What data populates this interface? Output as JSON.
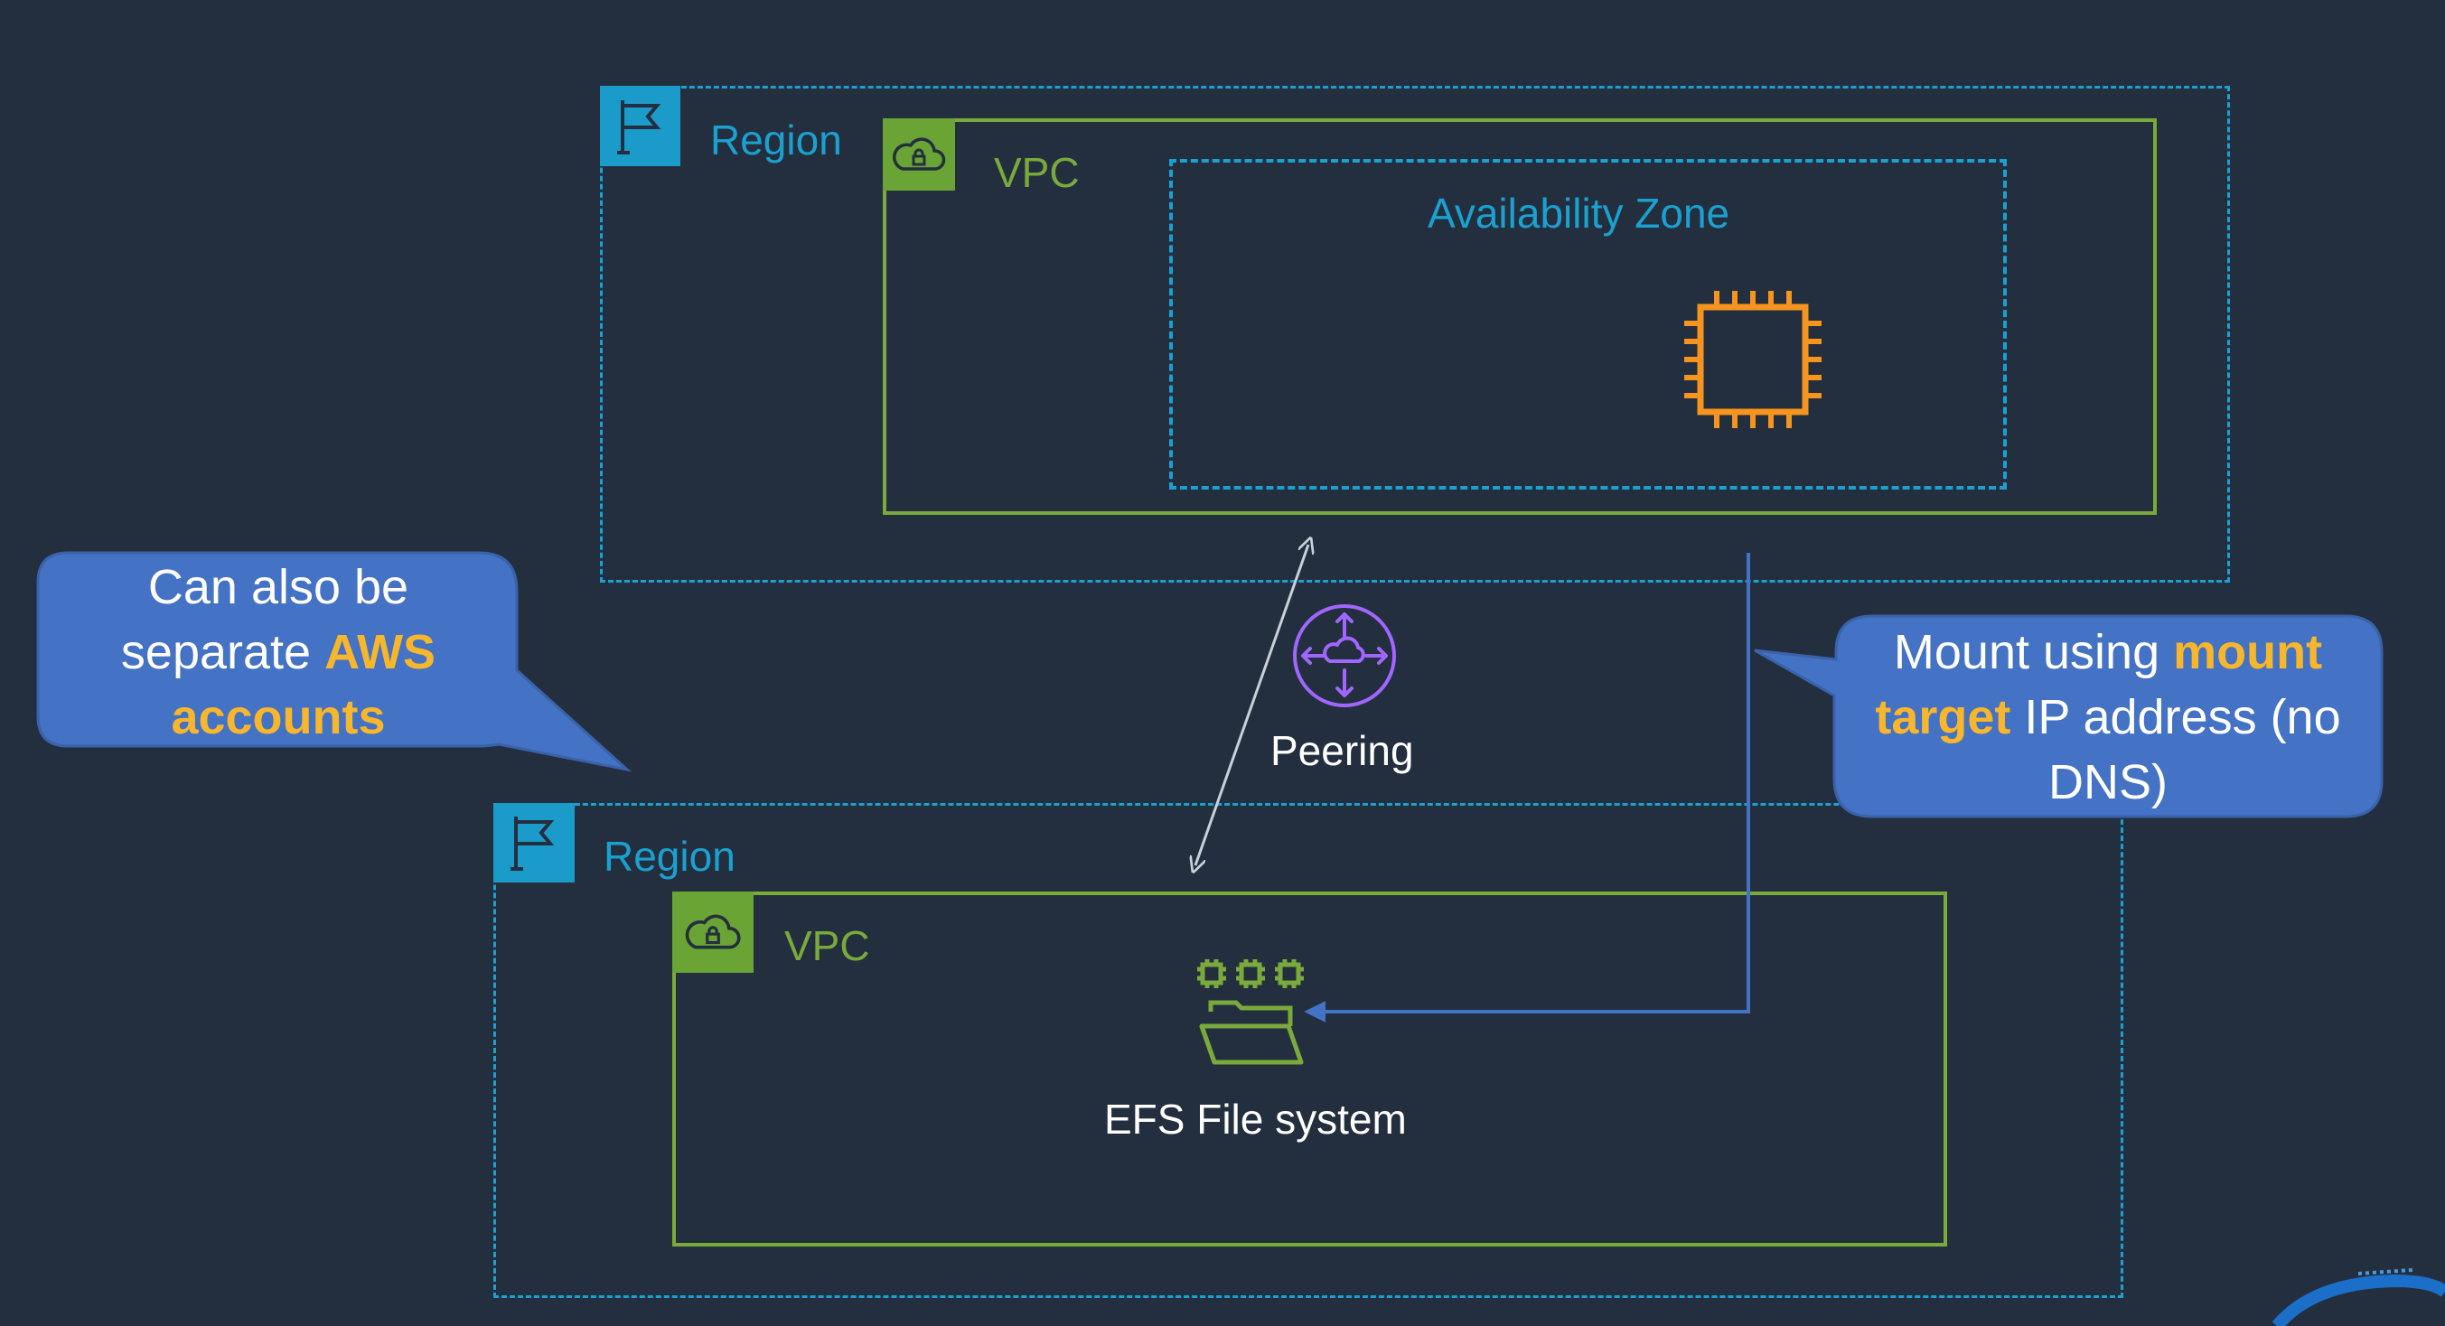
{
  "colors": {
    "background": "#232f3e",
    "region": "#1aa1d1",
    "vpc": "#7aa93c",
    "ec2": "#f7941d",
    "peering": "#a166ff",
    "callout": "#4472c4",
    "highlight": "#f7b62b",
    "arrow": "#4472c4"
  },
  "top_region": {
    "label": "Region",
    "icon": "flag-icon"
  },
  "top_vpc": {
    "label": "VPC",
    "icon": "cloud-lock-icon"
  },
  "availability_zone": {
    "label": "Availability Zone"
  },
  "ec2_instance": {
    "icon": "ec2-chip-icon"
  },
  "peering": {
    "label": "Peering",
    "icon": "vpc-peering-icon"
  },
  "bottom_region": {
    "label": "Region",
    "icon": "flag-icon"
  },
  "bottom_vpc": {
    "label": "VPC",
    "icon": "cloud-lock-icon"
  },
  "efs": {
    "label": "EFS File system",
    "icon": "efs-file-system-icon"
  },
  "callout_left": {
    "line1": "Can also be",
    "line2_prefix": "separate ",
    "line2_highlight": "AWS",
    "line3_highlight": "accounts"
  },
  "callout_right": {
    "line1_prefix": "Mount using ",
    "line1_highlight": "mount",
    "line2_highlight": "target",
    "line2_suffix": " IP address (no",
    "line3": "DNS)"
  }
}
